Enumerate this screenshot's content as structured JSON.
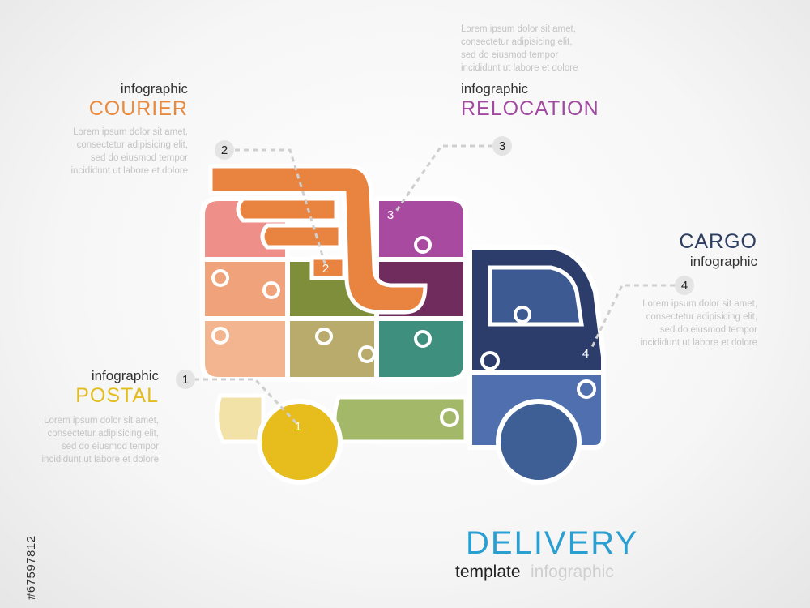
{
  "stock_id": "#67597812",
  "courier": {
    "kicker": "infographic",
    "title": "COURIER",
    "color": "#e98a3e",
    "lorem": [
      "Lorem ipsum dolor sit amet,",
      "consectetur adipisicing elit,",
      "sed do eiusmod tempor",
      "incididunt ut labore et dolore"
    ]
  },
  "relocation": {
    "kicker": "infographic",
    "title": "RELOCATION",
    "color": "#a24aa0",
    "lorem": [
      "Lorem ipsum dolor sit amet,",
      "consectetur adipisicing elit,",
      "sed do eiusmod tempor",
      "incididunt ut labore et dolore"
    ]
  },
  "cargo": {
    "kicker": "infographic",
    "title": "CARGO",
    "color": "#2d3e63",
    "lorem": [
      "Lorem ipsum dolor sit amet,",
      "consectetur adipisicing elit,",
      "sed do eiusmod tempor",
      "incididunt ut labore et dolore"
    ]
  },
  "postal": {
    "kicker": "infographic",
    "title": "POSTAL",
    "color": "#e3bc1e",
    "lorem": [
      "Lorem ipsum dolor sit amet,",
      "consectetur adipisicing elit,",
      "sed do eiusmod tempor",
      "incididunt ut labore et dolore"
    ]
  },
  "footer": {
    "title": "DELIVERY",
    "title_color": "#2a9fd2",
    "sub1": "template",
    "sub2": "infographic"
  },
  "markers": {
    "m1": "1",
    "m2": "2",
    "m3": "3",
    "m4": "4"
  },
  "pieces": {
    "p1": "1",
    "p2": "2",
    "p3": "3",
    "p4": "4"
  }
}
